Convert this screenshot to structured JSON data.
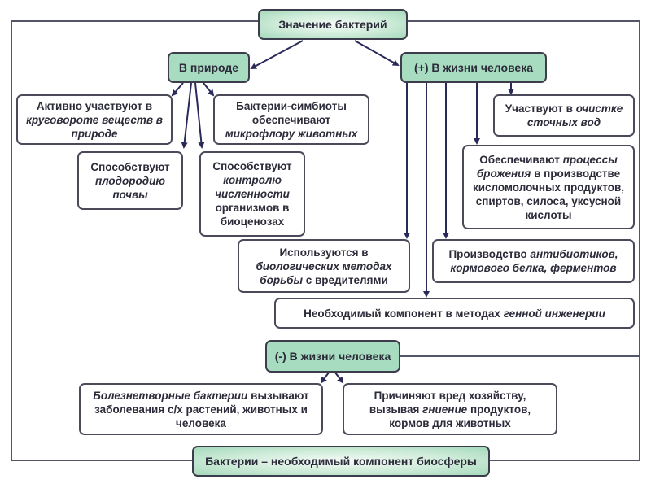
{
  "title": "Значение бактерий",
  "footer": "Бактерии – необходимый компонент биосферы",
  "branches": {
    "nature": {
      "label": "В природе",
      "items": [
        {
          "parts": [
            {
              "t": "Активно участвуют",
              "i": false
            },
            {
              "t": " в ",
              "i": false
            },
            {
              "t": "круговороте веществ в природе",
              "i": true
            }
          ]
        },
        {
          "parts": [
            {
              "t": "Бактерии-симбиоты обеспечивают ",
              "i": false
            },
            {
              "t": "микрофлору животных",
              "i": true
            }
          ]
        },
        {
          "parts": [
            {
              "t": "Способствуют ",
              "i": false
            },
            {
              "t": "плодородию почвы",
              "i": true
            }
          ]
        },
        {
          "parts": [
            {
              "t": "Способствуют ",
              "i": false
            },
            {
              "t": "контролю численности",
              "i": true
            },
            {
              "t": " организмов в биоценозах",
              "i": false
            }
          ]
        }
      ]
    },
    "positive": {
      "label": "(+) В жизни человека",
      "items": [
        {
          "parts": [
            {
              "t": "Участвуют в ",
              "i": false
            },
            {
              "t": "очистке сточных вод",
              "i": true
            }
          ]
        },
        {
          "parts": [
            {
              "t": "Обеспечивают ",
              "i": false
            },
            {
              "t": "процессы брожения",
              "i": true
            },
            {
              "t": " в производстве кисломолочных продуктов, спиртов, силоса, уксусной кислоты",
              "i": false
            }
          ]
        },
        {
          "parts": [
            {
              "t": "Используются в ",
              "i": false
            },
            {
              "t": "биологических методах борьбы",
              "i": true
            },
            {
              "t": " с вредителями",
              "i": false
            }
          ]
        },
        {
          "parts": [
            {
              "t": "Производство ",
              "i": false
            },
            {
              "t": "антибиотиков, кормового белка, ферментов",
              "i": true
            }
          ]
        },
        {
          "parts": [
            {
              "t": "Необходимый компонент в методах ",
              "i": false
            },
            {
              "t": "генной инженерии",
              "i": true
            }
          ]
        }
      ]
    },
    "negative": {
      "label": "(-) В жизни человека",
      "items": [
        {
          "parts": [
            {
              "t": "Болезнетворные бактерии",
              "i": true
            },
            {
              "t": " вызывают заболевания с/х растений, животных и человека",
              "i": false
            }
          ]
        },
        {
          "parts": [
            {
              "t": "Причиняют вред хозяйству, вызывая ",
              "i": false
            },
            {
              "t": "гниение",
              "i": true
            },
            {
              "t": " продуктов, кормов для животных",
              "i": false
            }
          ]
        }
      ]
    }
  },
  "colors": {
    "node_fill": "#a8dcc0",
    "border": "#3c3c4c",
    "arrow": "#2a2a5a",
    "frame": "#55556a"
  }
}
